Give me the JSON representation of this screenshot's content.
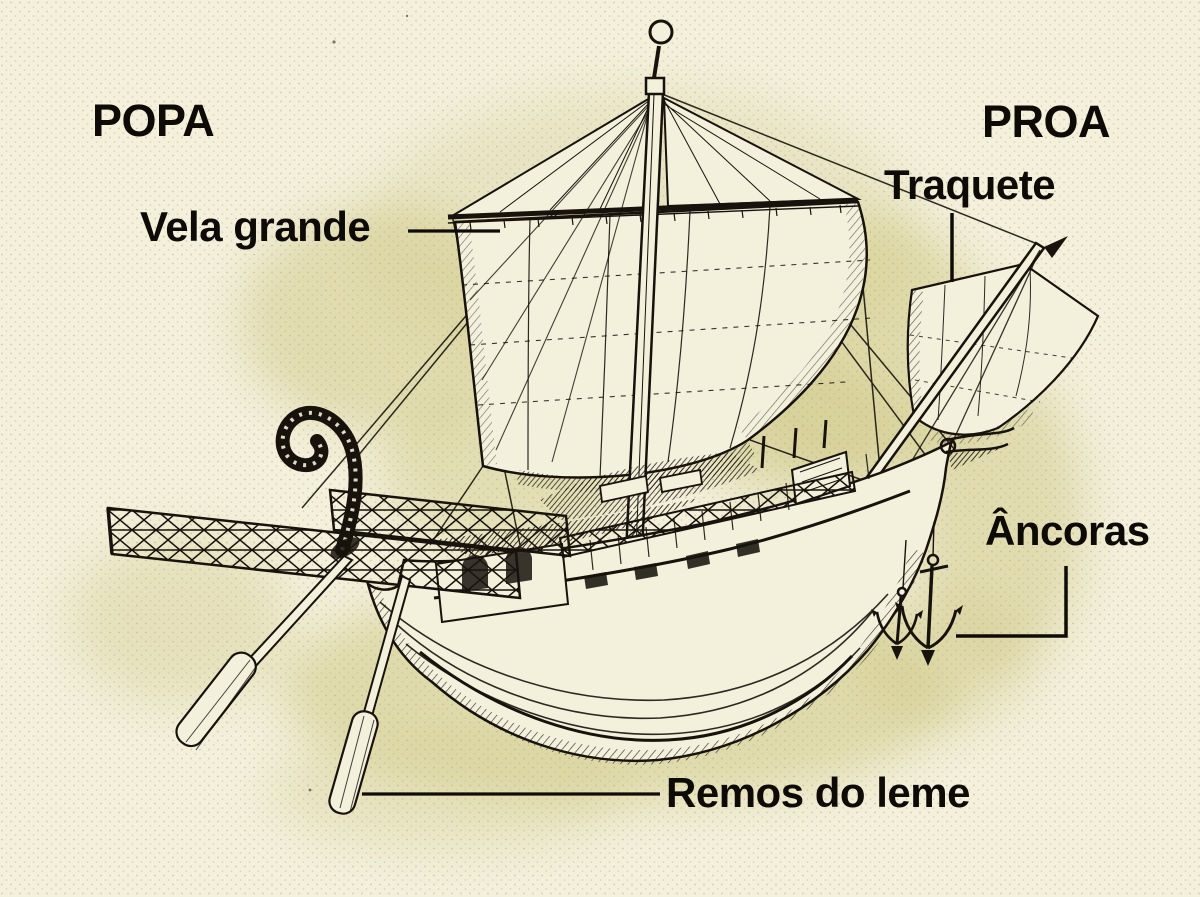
{
  "labels": {
    "popa": "POPA",
    "proa": "PROA",
    "vela_grande": "Vela grande",
    "traquete": "Traquete",
    "ancoras": "Âncoras",
    "remos_do_leme": "Remos do leme"
  },
  "colors": {
    "background": "#f3f0dc",
    "shading_olive": "#d2cb8c",
    "ink": "#17130c",
    "label_text": "#0e0b07"
  },
  "illustration": {
    "subject": "ancient merchant sailing ship engraving",
    "parts": [
      "swan-neck stern ornament",
      "stern lattice gallery",
      "steering oars",
      "hull",
      "main mast with masthead ball",
      "main sail with topsails",
      "foresail on raked bowsprit",
      "anchors at bow",
      "rigging"
    ]
  }
}
